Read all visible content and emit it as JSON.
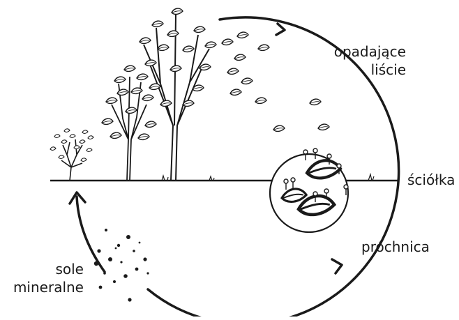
{
  "labels": {
    "falling_leaves_line1": "opadające",
    "falling_leaves_line2": "liście",
    "litter": "ściółka",
    "humus": "próchnica",
    "minerals_line1": "sole",
    "minerals_line2": "mineralne"
  },
  "icons": {
    "sapling": "sapling-icon",
    "young_tree": "young-tree-icon",
    "tall_tree": "tall-tree-icon",
    "falling_leaf": "falling-leaf-icon",
    "decomposing_leaves": "decomposing-leaves-icon",
    "mineral_dots": "mineral-dots-icon",
    "cycle_arrow": "cycle-arrow-icon"
  },
  "colors": {
    "ink": "#1a1a1a",
    "background": "#ffffff"
  }
}
